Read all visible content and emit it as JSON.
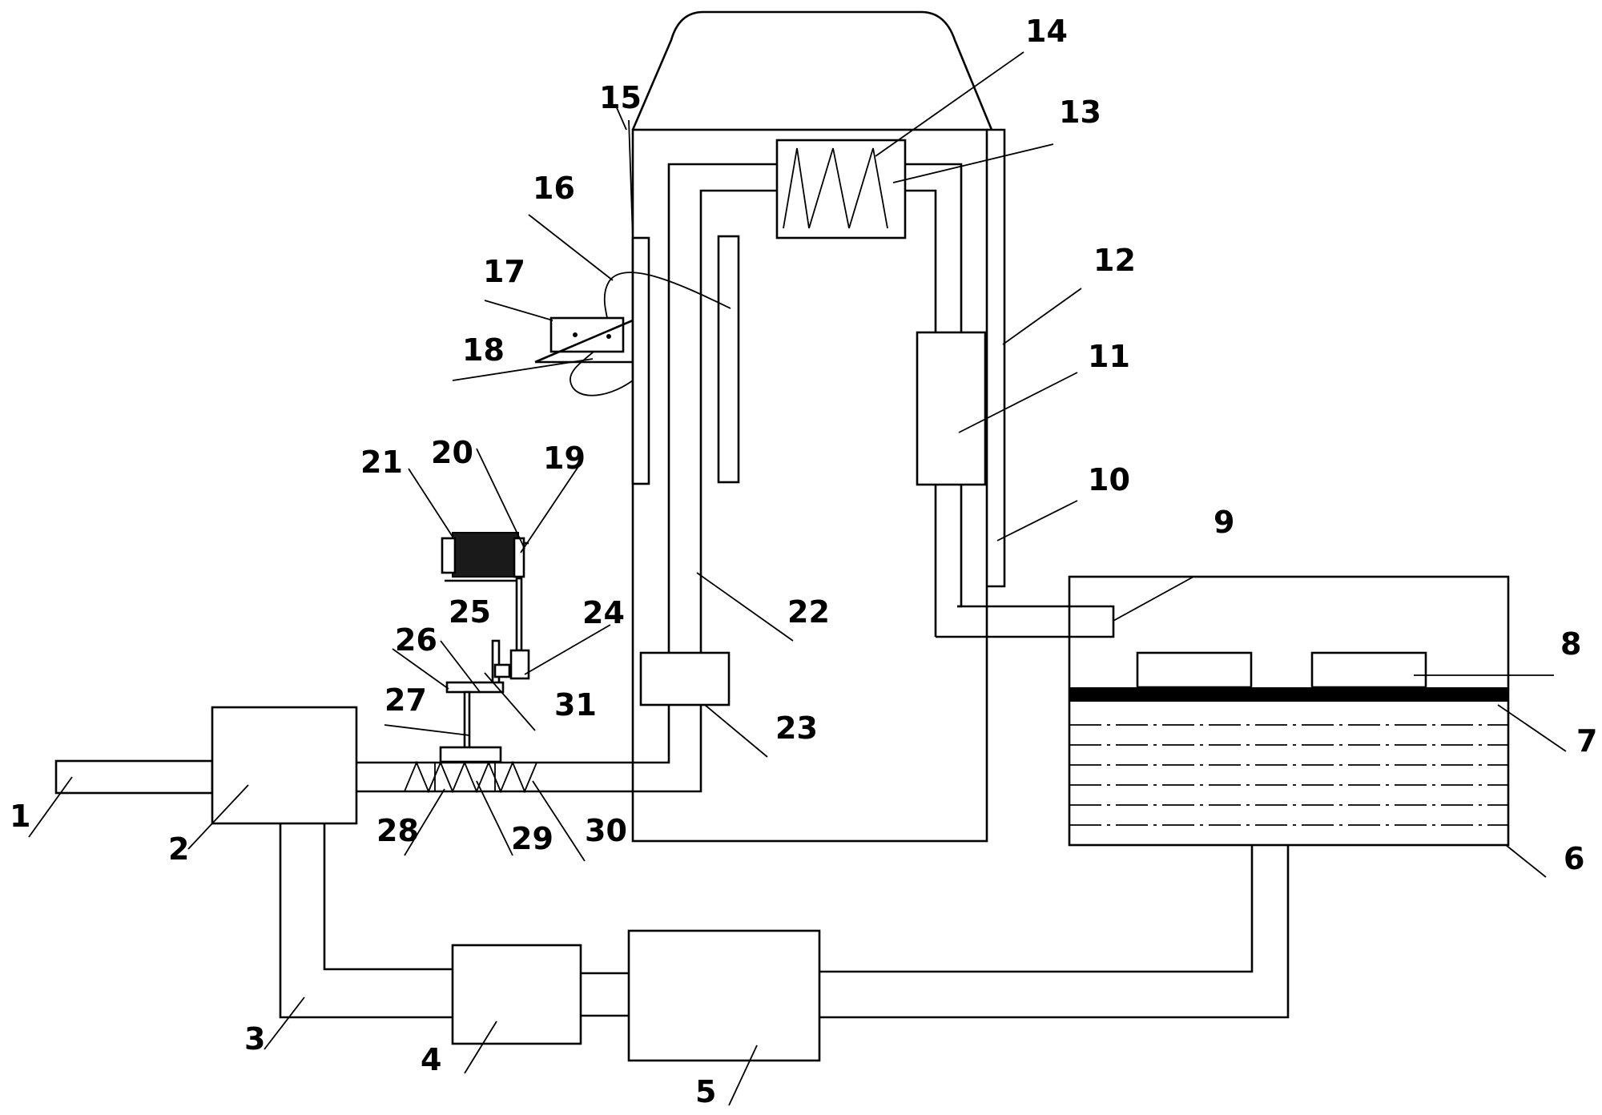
{
  "colors": {
    "line": "#000000",
    "background": "#ffffff",
    "motor_fill": "#1a1a1a"
  },
  "labels": {
    "n1": "1",
    "n2": "2",
    "n3": "3",
    "n4": "4",
    "n5": "5",
    "n6": "6",
    "n7": "7",
    "n8": "8",
    "n9": "9",
    "n10": "10",
    "n11": "11",
    "n12": "12",
    "n13": "13",
    "n14": "14",
    "n15": "15",
    "n16": "16",
    "n17": "17",
    "n18": "18",
    "n19": "19",
    "n20": "20",
    "n21": "21",
    "n22": "22",
    "n23": "23",
    "n24": "24",
    "n25": "25",
    "n26": "26",
    "n27": "27",
    "n28": "28",
    "n29": "29",
    "n30": "30",
    "n31": "31"
  }
}
